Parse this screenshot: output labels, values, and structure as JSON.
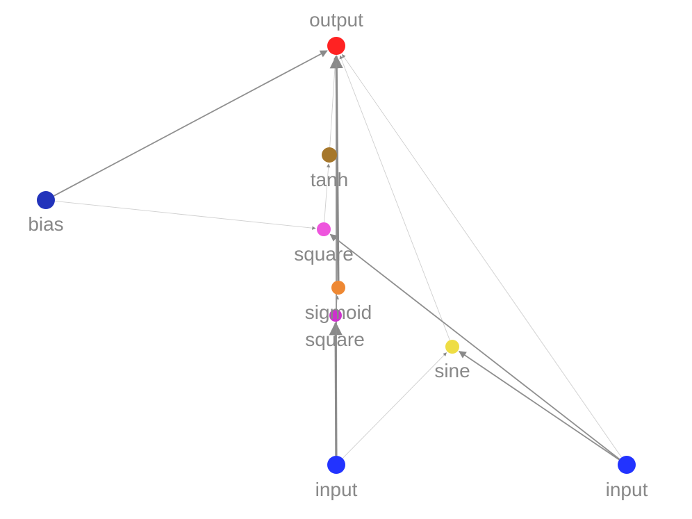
{
  "graph": {
    "nodes": [
      {
        "id": "output",
        "label": "output",
        "color": "#ff2222"
      },
      {
        "id": "tanh",
        "label": "tanh",
        "color": "#a6772b"
      },
      {
        "id": "bias",
        "label": "bias",
        "color": "#2233bb"
      },
      {
        "id": "square1",
        "label": "square",
        "color": "#ee55dd"
      },
      {
        "id": "sigmoid",
        "label": "sigmoid",
        "color": "#ee8833"
      },
      {
        "id": "square2",
        "label": "square",
        "color": "#cc33cc"
      },
      {
        "id": "sine",
        "label": "sine",
        "color": "#eedd44"
      },
      {
        "id": "input1",
        "label": "input",
        "color": "#2233ff"
      },
      {
        "id": "input2",
        "label": "input",
        "color": "#2233ff"
      }
    ],
    "edges": [
      {
        "from": "bias",
        "to": "output",
        "weight": "medium"
      },
      {
        "from": "bias",
        "to": "square1",
        "weight": "thin"
      },
      {
        "from": "tanh",
        "to": "output",
        "weight": "thin"
      },
      {
        "from": "square1",
        "to": "tanh",
        "weight": "thin"
      },
      {
        "from": "sigmoid",
        "to": "output",
        "weight": "heavy"
      },
      {
        "from": "square2",
        "to": "sigmoid",
        "weight": "thin"
      },
      {
        "from": "input1",
        "to": "square2",
        "weight": "heavy"
      },
      {
        "from": "input1",
        "to": "output",
        "weight": "medium"
      },
      {
        "from": "input1",
        "to": "sine",
        "weight": "thin"
      },
      {
        "from": "sine",
        "to": "output",
        "weight": "thin"
      },
      {
        "from": "input2",
        "to": "output",
        "weight": "thin"
      },
      {
        "from": "input2",
        "to": "square1",
        "weight": "medium"
      },
      {
        "from": "input2",
        "to": "sine",
        "weight": "medium"
      }
    ]
  }
}
